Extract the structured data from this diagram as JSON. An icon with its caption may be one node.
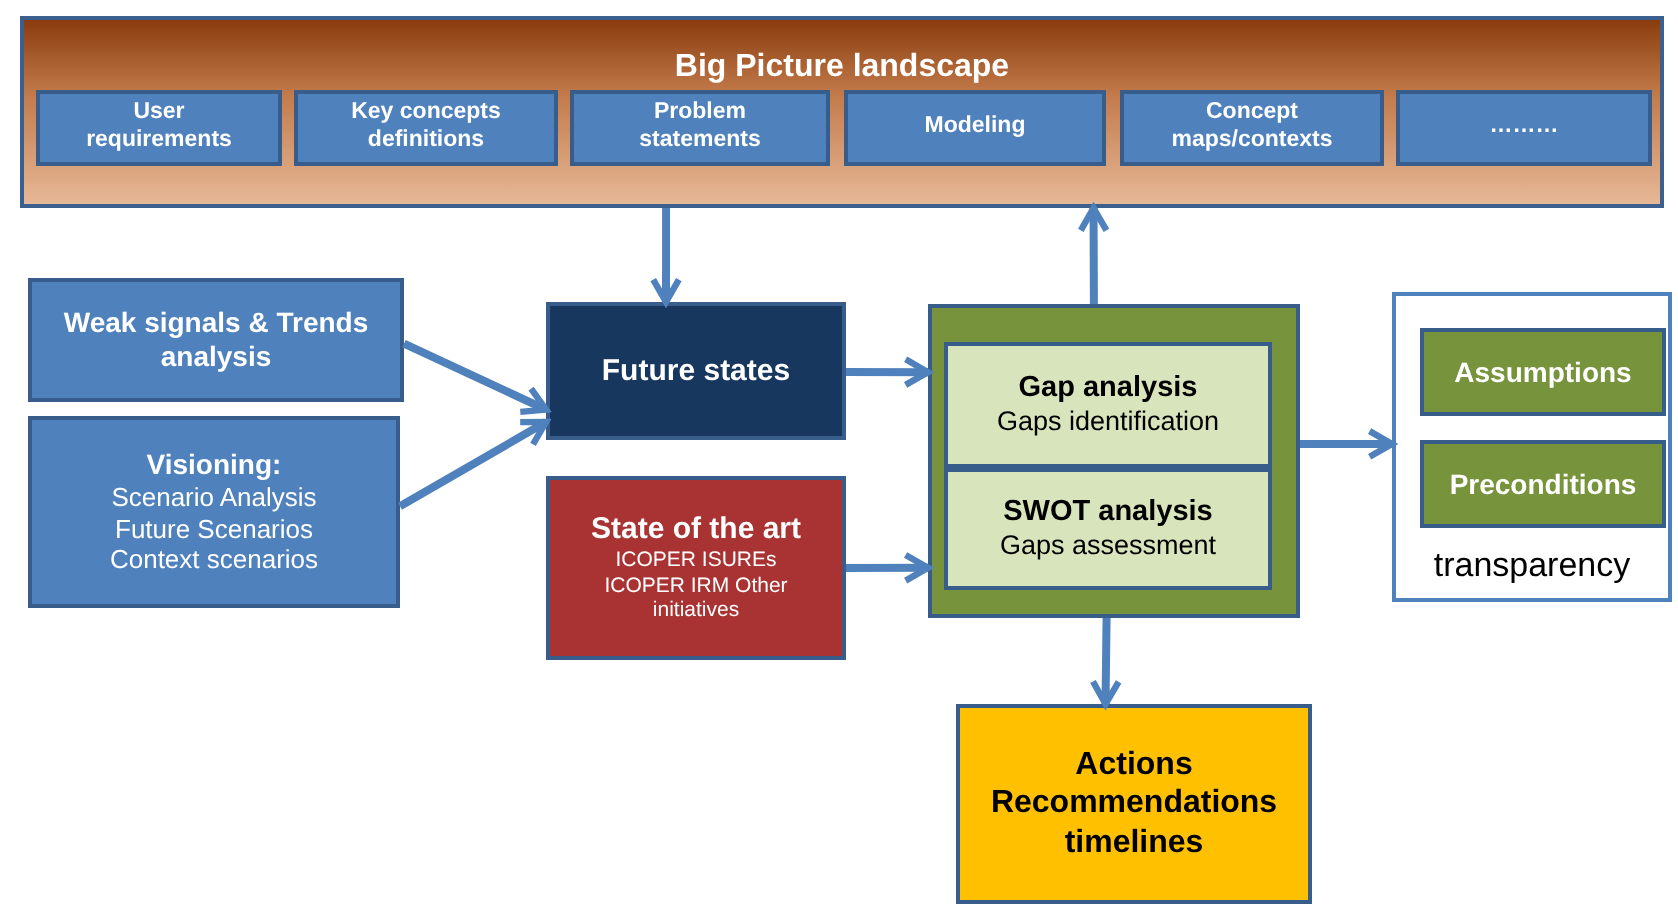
{
  "diagram": {
    "nodes": [
      {
        "text": [
          "Big Picture landscape"
        ]
      },
      {
        "text": [
          "User requirements"
        ],
        "in": 0
      },
      {
        "text": [
          "Key concepts definitions"
        ],
        "in": 0
      },
      {
        "text": [
          "Problem statements"
        ],
        "in": 0
      },
      {
        "text": [
          "Modeling"
        ],
        "in": 0
      },
      {
        "text": [
          "Concept maps/contexts"
        ],
        "in": 0
      },
      {
        "text": [
          "………"
        ],
        "in": 0
      },
      {
        "text": [
          "Weak signals & Trends analysis"
        ]
      },
      {
        "text": [
          "Visioning:",
          "Scenario Analysis Future Scenarios Context scenarios"
        ]
      },
      {
        "text": [
          "Future states"
        ]
      },
      {
        "text": [
          "State of the art",
          "ICOPER ISUREs ICOPER IRM Other initiatives"
        ]
      },
      {
        "text": [],
        "shape": "box"
      },
      {
        "text": [
          "Gap analysis",
          "Gaps identification"
        ],
        "in": 11
      },
      {
        "text": [
          "SWOT analysis",
          "Gaps assessment"
        ],
        "in": 11
      },
      {
        "text": [
          "transparency"
        ]
      },
      {
        "text": [
          "Assumptions"
        ],
        "in": 14
      },
      {
        "text": [
          "Preconditions"
        ],
        "in": 14
      },
      {
        "text": [
          "Actions Recommendations timelines"
        ]
      }
    ],
    "edges": [
      {
        "from": 0,
        "to": 9,
        "arrow": "to"
      },
      {
        "from": 11,
        "to": 0,
        "arrow": "to"
      },
      {
        "from": 7,
        "to": 9,
        "arrow": "to"
      },
      {
        "from": 8,
        "to": 9,
        "arrow": "to"
      },
      {
        "from": 9,
        "to": 11,
        "arrow": "to"
      },
      {
        "from": 10,
        "to": 11,
        "arrow": "to"
      },
      {
        "from": 11,
        "to": 14,
        "arrow": "to"
      },
      {
        "from": 11,
        "to": 17,
        "arrow": "to"
      }
    ]
  }
}
